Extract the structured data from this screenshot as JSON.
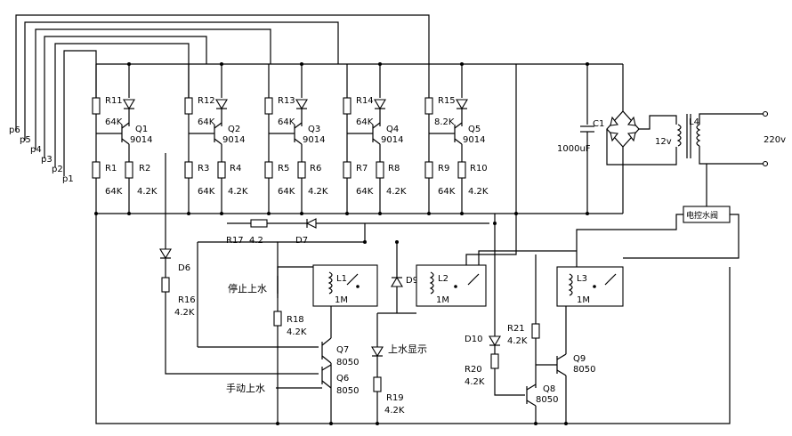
{
  "probes": [
    "p6",
    "p5",
    "p4",
    "p3",
    "p2",
    "p1"
  ],
  "stages": [
    {
      "r_top": "R11",
      "r_top_val": "64K",
      "q": "Q1",
      "q_type": "9014",
      "r_bot_a": "R1",
      "r_bot_a_val": "64K",
      "r_bot_b": "R2",
      "r_bot_b_val": "4.2K"
    },
    {
      "r_top": "R12",
      "r_top_val": "64K",
      "q": "Q2",
      "q_type": "9014",
      "r_bot_a": "R3",
      "r_bot_a_val": "64K",
      "r_bot_b": "R4",
      "r_bot_b_val": "4.2K"
    },
    {
      "r_top": "R13",
      "r_top_val": "64K",
      "q": "Q3",
      "q_type": "9014",
      "r_bot_a": "R5",
      "r_bot_a_val": "64K",
      "r_bot_b": "R6",
      "r_bot_b_val": "4.2K"
    },
    {
      "r_top": "R14",
      "r_top_val": "64K",
      "q": "Q4",
      "q_type": "9014",
      "r_bot_a": "R7",
      "r_bot_a_val": "64K",
      "r_bot_b": "R8",
      "r_bot_b_val": "4.2K"
    },
    {
      "r_top": "R15",
      "r_top_val": "8.2K",
      "q": "Q5",
      "q_type": "9014",
      "r_bot_a": "R9",
      "r_bot_a_val": "64K",
      "r_bot_b": "R10",
      "r_bot_b_val": "4.2K"
    }
  ],
  "power": {
    "cap_name": "C1",
    "cap_val": "1000uF",
    "secondary": "12v",
    "transformer": "L4",
    "mains": "220v",
    "valve": "电控水阀"
  },
  "mid": {
    "r17": "R17",
    "r17_val": "4.2",
    "d7": "D7",
    "d6": "D6",
    "r16": "R16",
    "r16_val": "4.2K",
    "stop_label": "停止上水",
    "l1": "L1",
    "l1_val": "1M",
    "d9": "D9",
    "l2": "L2",
    "l2_val": "1M",
    "l3": "L3",
    "l3_val": "1M",
    "r18": "R18",
    "r18_val": "4.2K",
    "q7": "Q7",
    "q7_val": "8050",
    "q6": "Q6",
    "q6_val": "8050",
    "manual_label": "手动上水",
    "show_label": "上水显示",
    "r19": "R19",
    "r19_val": "4.2K",
    "d10": "D10",
    "r20": "R20",
    "r20_val": "4.2K",
    "r21": "R21",
    "r21_val": "4.2K",
    "q8": "Q8",
    "q8_val": "8050",
    "q9": "Q9",
    "q9_val": "8050"
  }
}
